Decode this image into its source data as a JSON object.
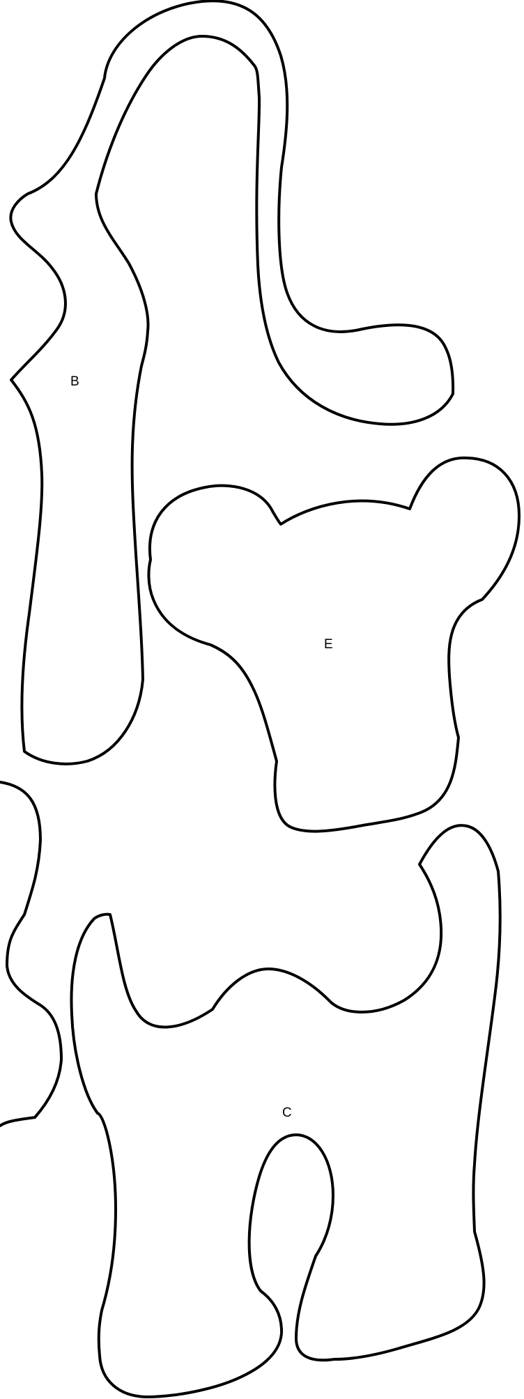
{
  "diagram": {
    "shapes": [
      {
        "id": "B",
        "label": "B"
      },
      {
        "id": "E",
        "label": "E"
      },
      {
        "id": "C",
        "label": "C"
      },
      {
        "id": "partial-left",
        "label": ""
      }
    ],
    "colors": {
      "stroke": "#000000",
      "background": "#ffffff"
    }
  }
}
